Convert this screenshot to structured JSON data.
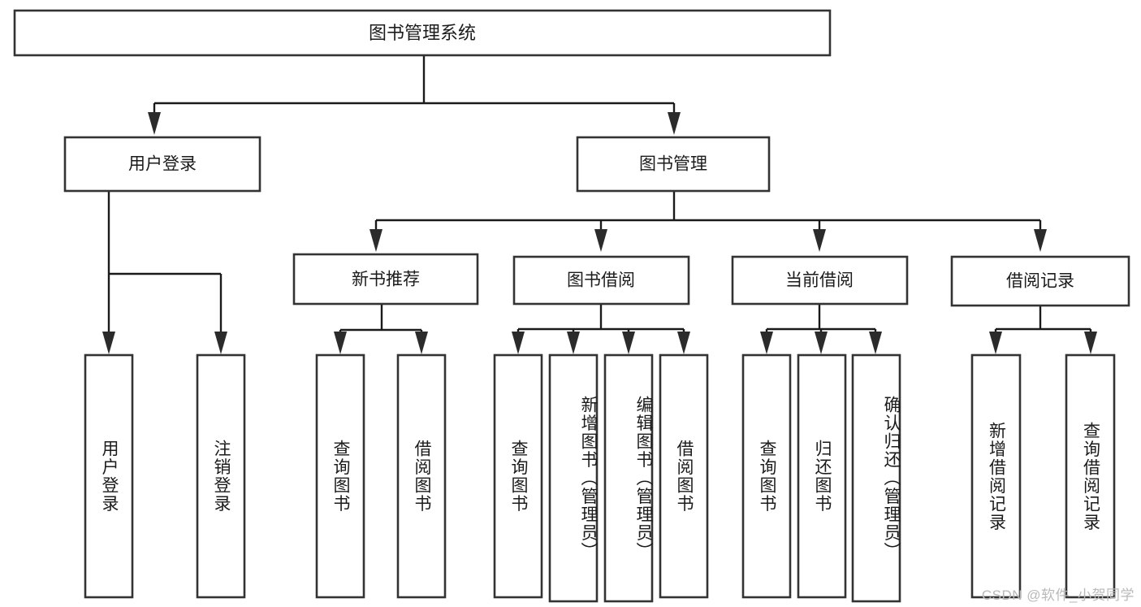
{
  "diagram": {
    "title": "图书管理系统",
    "watermark": "CSDN @软件_小贺同学",
    "colors": {
      "background": "#ffffff",
      "box_stroke": "#333333",
      "connector": "#1a1a1a",
      "text": "#1b1b1b",
      "watermark": "#b9b9b9"
    },
    "root": {
      "label": "图书管理系统"
    },
    "level2": [
      {
        "label": "用户登录"
      },
      {
        "label": "图书管理"
      }
    ],
    "level3": [
      {
        "label": "新书推荐"
      },
      {
        "label": "图书借阅"
      },
      {
        "label": "当前借阅"
      },
      {
        "label": "借阅记录"
      }
    ],
    "leaves": {
      "user_login": [
        {
          "label": "用户登录"
        },
        {
          "label": "注销登录"
        }
      ],
      "new_book_recommend": [
        {
          "label": "查询图书"
        },
        {
          "label": "借阅图书"
        }
      ],
      "book_borrow": [
        {
          "label": "查询图书"
        },
        {
          "label": "新增图书（管理员）"
        },
        {
          "label": "编辑图书（管理员）"
        },
        {
          "label": "借阅图书"
        }
      ],
      "current_borrow": [
        {
          "label": "查询图书"
        },
        {
          "label": "归还图书"
        },
        {
          "label": "确认归还（管理员）"
        }
      ],
      "borrow_records": [
        {
          "label": "新增借阅记录"
        },
        {
          "label": "查询借阅记录"
        }
      ]
    }
  }
}
